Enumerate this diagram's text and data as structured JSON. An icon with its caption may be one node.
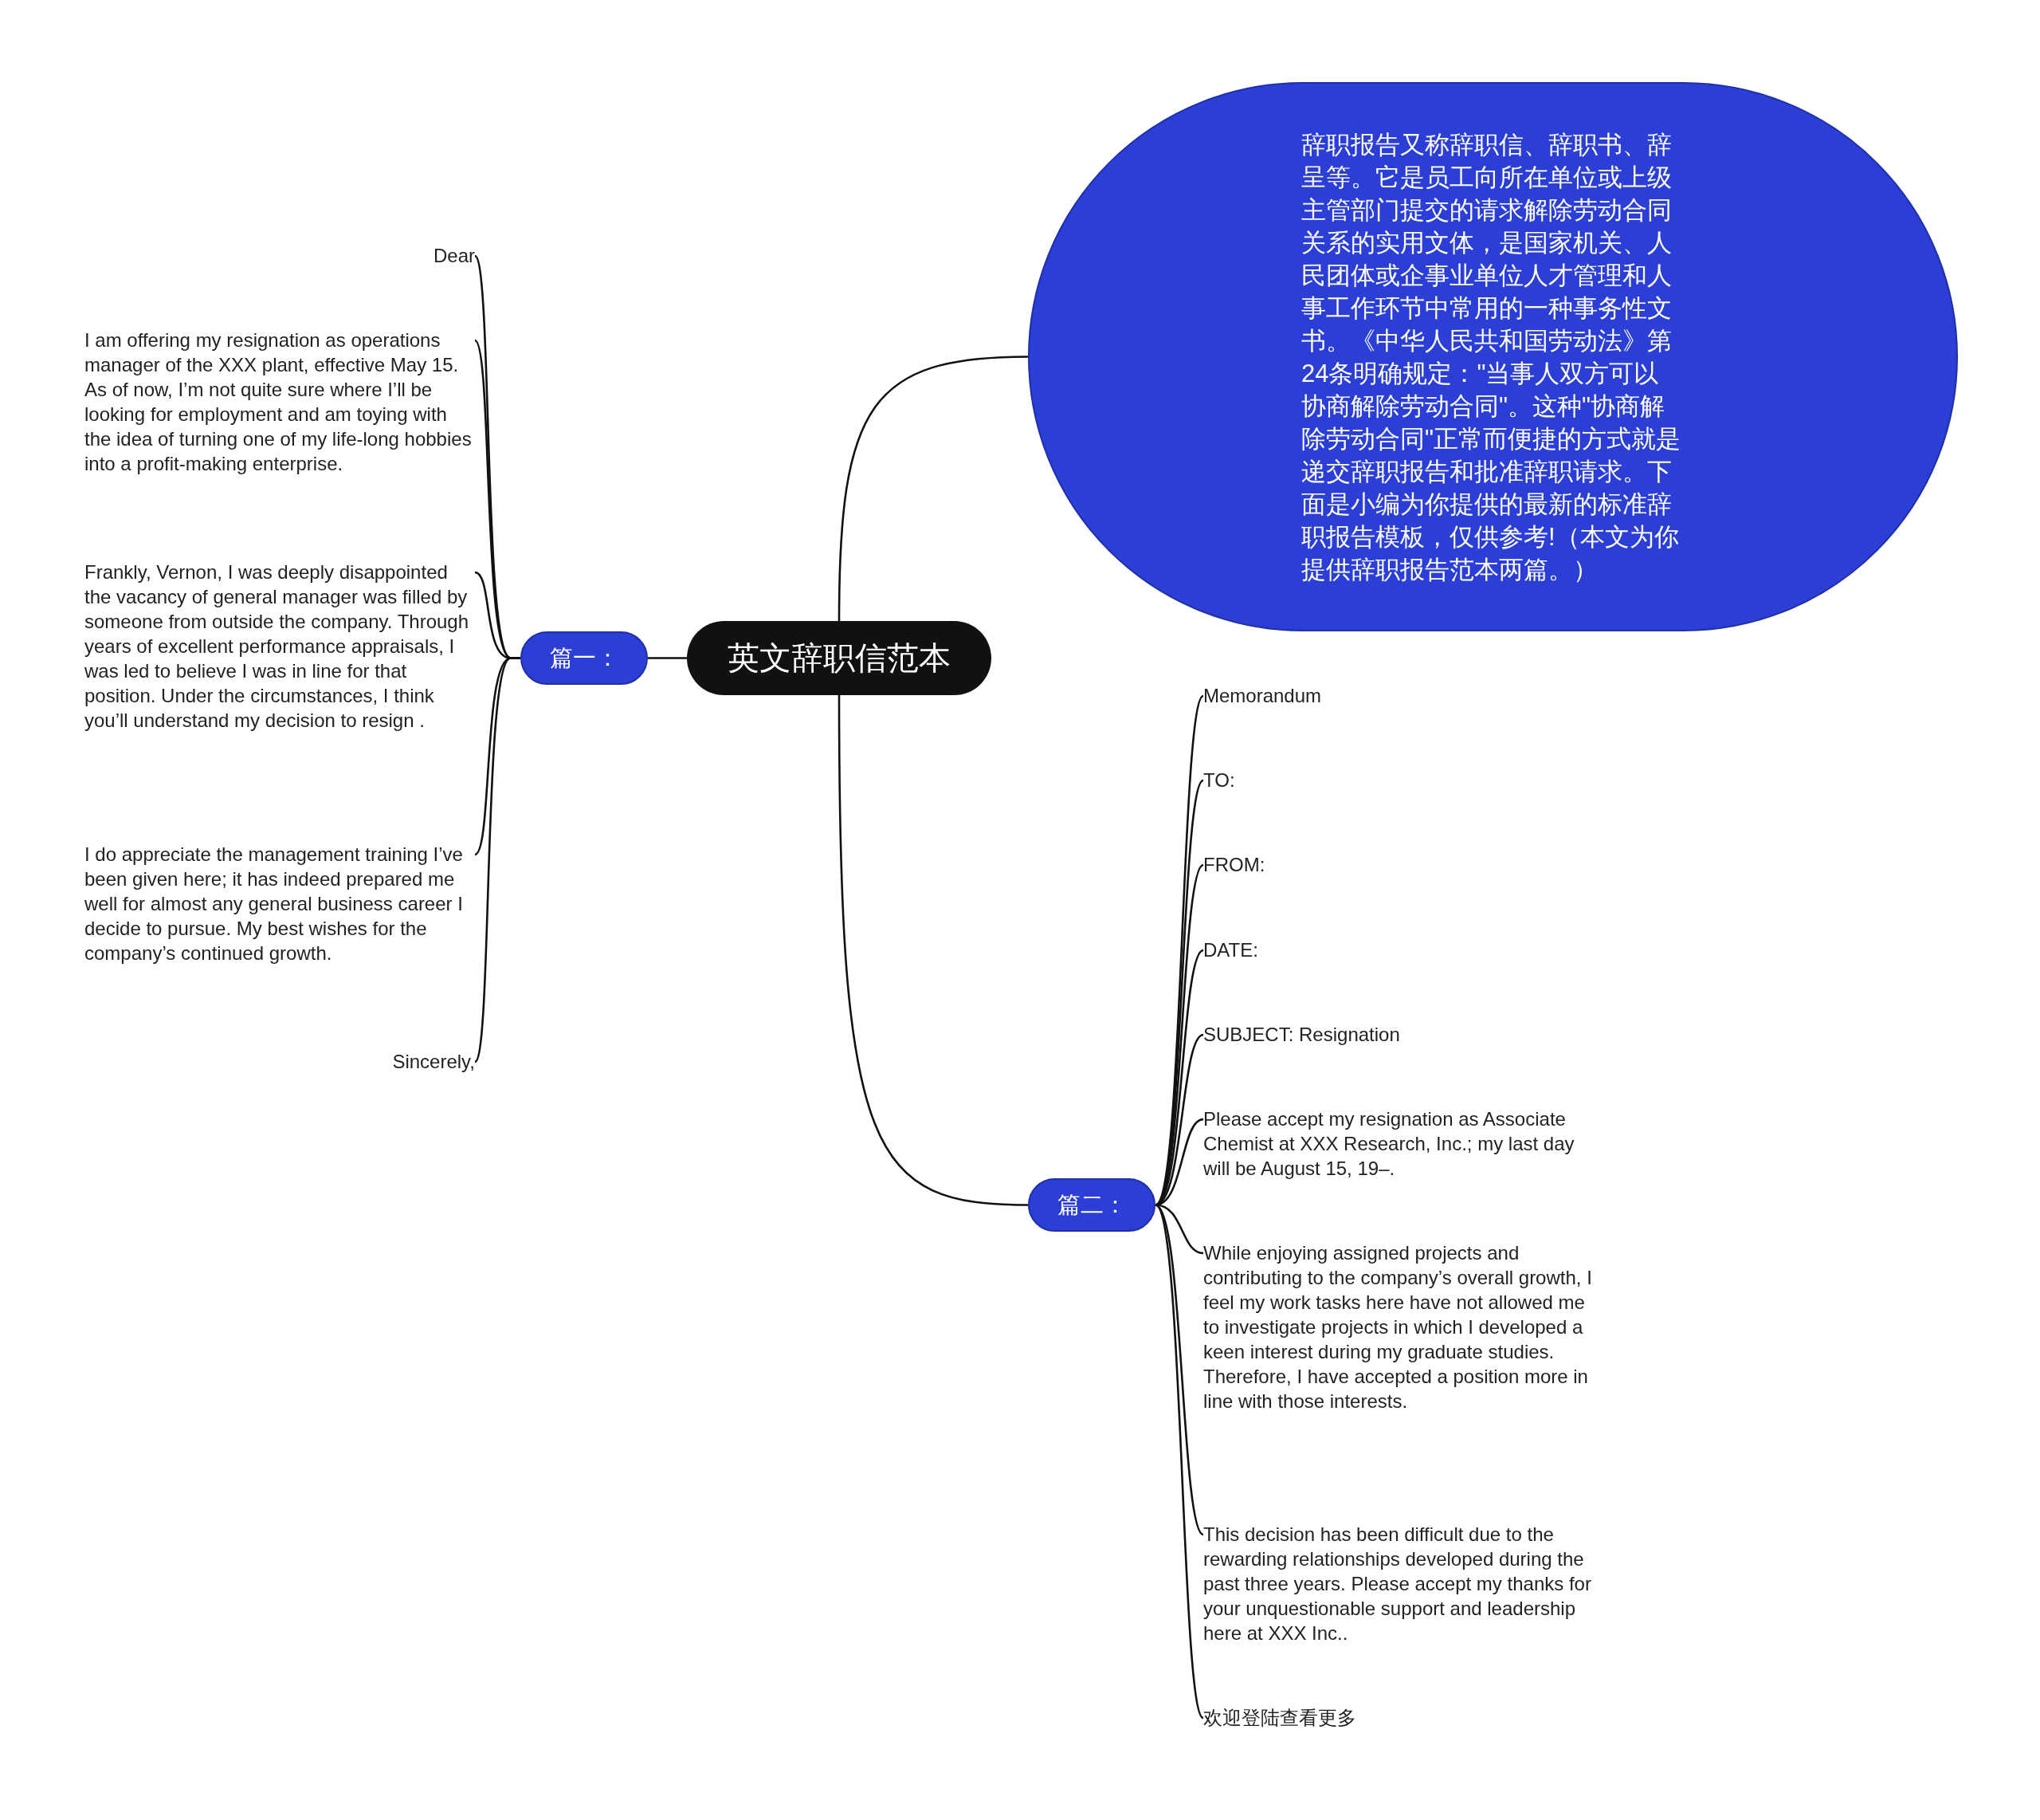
{
  "diagram": {
    "nodes": [
      {
        "text": [
          "英文辞职信范本"
        ]
      },
      {
        "text": [
          "辞职报告又称辞职信、辞职书、辞呈等。它是员工向所在单位或上级主管部门提交的请求解除劳动合同关系的实用文体，是国家机关、人民团体或企事业单位人才管理和人事工作环节中常用的一种事务性文书。《中华人民共和国劳动法》第24条明确规定：\"当事人双方可以协商解除劳动合同\"。这种\"协商解除劳动合同\"正常而便捷的方式就是递交辞职报告和批准辞职请求。下面是小编为你提供的最新的标准辞职报告模板，仅供参考!（本文为你提供辞职报告范本两篇。）"
        ]
      },
      {
        "text": [
          "篇一："
        ]
      },
      {
        "text": [
          "Dear"
        ]
      },
      {
        "text": [
          "I am offering my resignation as operations manager of the XXX plant, effective May 15. As of now, I’m not quite sure where I’ll be looking for employment and am toying with the idea of turning one of my life-long hobbies into a profit-making enterprise."
        ]
      },
      {
        "text": [
          "Frankly, Vernon, I was deeply disappointed the vacancy of general manager was filled by someone from outside the company. Through years of excellent performance appraisals, I was led to believe I was in line for that position. Under the circumstances, I think you’ll understand my decision to resign ."
        ]
      },
      {
        "text": [
          "I do appreciate the management training I’ve been given here; it has indeed prepared me well for almost any general business career I decide to pursue. My best wishes for the company’s continued growth."
        ]
      },
      {
        "text": [
          "Sincerely,"
        ]
      },
      {
        "text": [
          "篇二："
        ]
      },
      {
        "text": [
          "Memorandum"
        ]
      },
      {
        "text": [
          "TO:"
        ]
      },
      {
        "text": [
          "FROM:"
        ]
      },
      {
        "text": [
          "DATE:"
        ]
      },
      {
        "text": [
          "SUBJECT: Resignation"
        ]
      },
      {
        "text": [
          "Please accept my resignation as Associate Chemist at XXX Research, Inc.; my last day will be August 15, 19–."
        ]
      },
      {
        "text": [
          "While enjoying assigned projects and contributing to the company’s overall growth, I feel my work tasks here have not allowed me to investigate projects in which I developed a keen interest during my graduate studies. Therefore, I have accepted a position more in line with those interests."
        ]
      },
      {
        "text": [
          "This decision has been difficult due to the rewarding relationships developed during the past three years. Please accept my thanks for your unquestionable support and leadership here at XXX Inc.."
        ]
      },
      {
        "text": [
          "欢迎登陆查看更多"
        ]
      }
    ],
    "edges": [
      {
        "from": 0,
        "to": 1,
        "arrow": "none"
      },
      {
        "from": 0,
        "to": 2,
        "arrow": "none"
      },
      {
        "from": 2,
        "to": 3,
        "arrow": "none"
      },
      {
        "from": 2,
        "to": 4,
        "arrow": "none"
      },
      {
        "from": 2,
        "to": 5,
        "arrow": "none"
      },
      {
        "from": 2,
        "to": 6,
        "arrow": "none"
      },
      {
        "from": 2,
        "to": 7,
        "arrow": "none"
      },
      {
        "from": 0,
        "to": 8,
        "arrow": "none"
      },
      {
        "from": 8,
        "to": 9,
        "arrow": "none"
      },
      {
        "from": 8,
        "to": 10,
        "arrow": "none"
      },
      {
        "from": 8,
        "to": 11,
        "arrow": "none"
      },
      {
        "from": 8,
        "to": 12,
        "arrow": "none"
      },
      {
        "from": 8,
        "to": 13,
        "arrow": "none"
      },
      {
        "from": 8,
        "to": 14,
        "arrow": "none"
      },
      {
        "from": 8,
        "to": 15,
        "arrow": "none"
      },
      {
        "from": 8,
        "to": 16,
        "arrow": "none"
      },
      {
        "from": 8,
        "to": 17,
        "arrow": "none"
      }
    ]
  }
}
